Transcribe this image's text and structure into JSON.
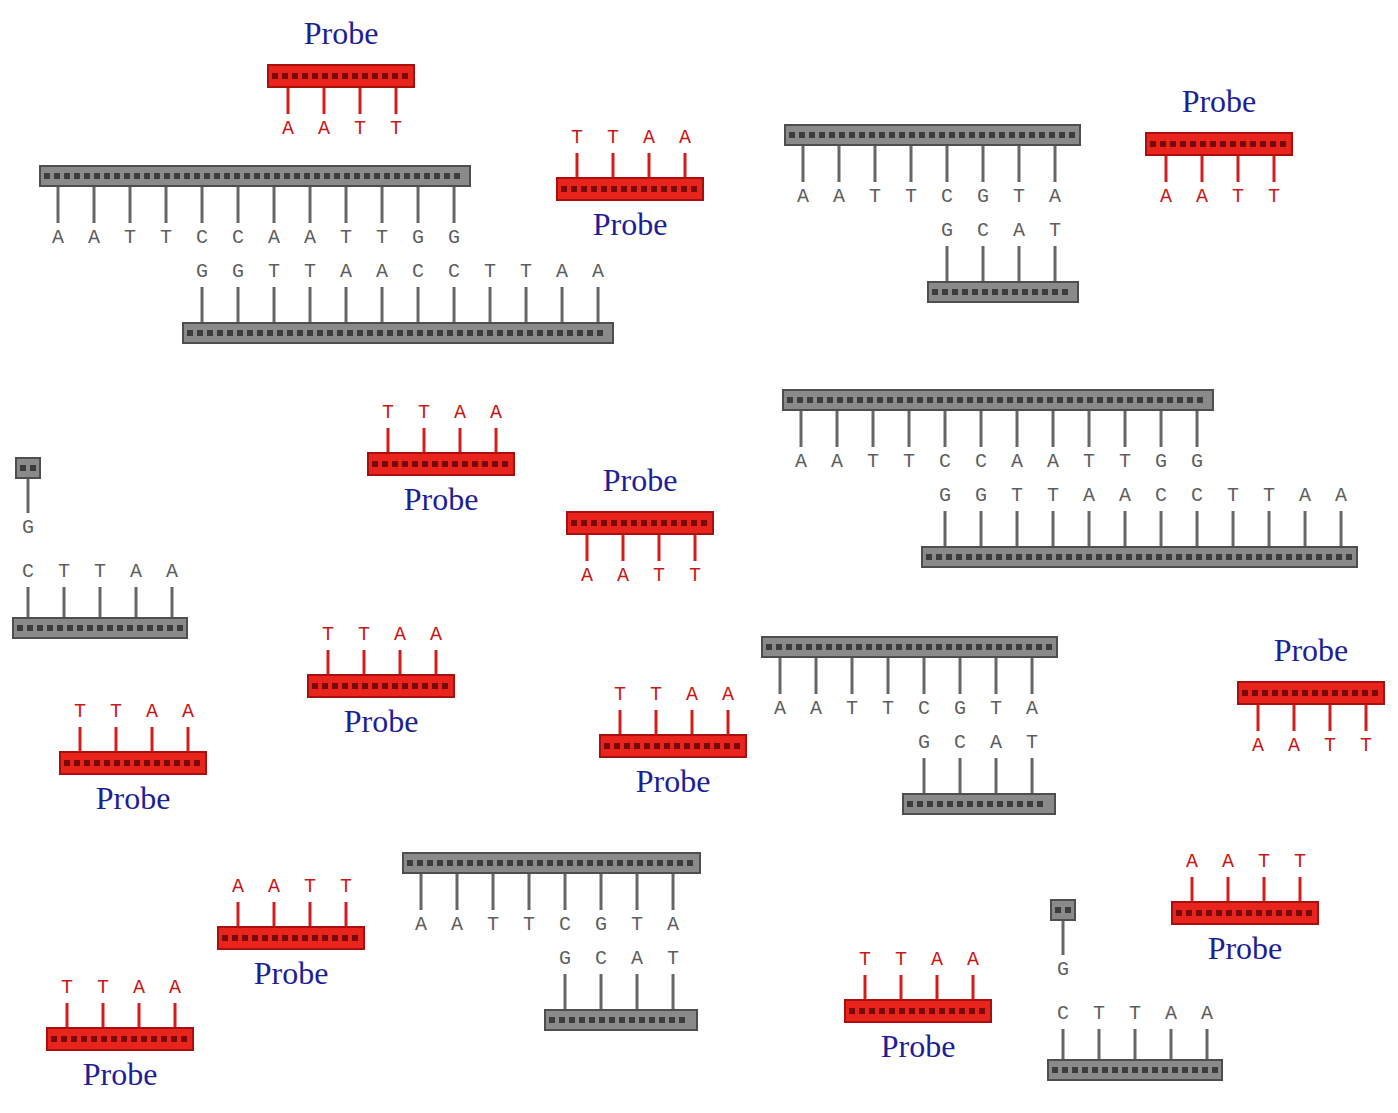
{
  "diagram": {
    "nodes": [
      {
        "text": [
          "Probe",
          "AATT"
        ]
      },
      {
        "text": [
          "TTAA",
          "Probe"
        ]
      },
      {
        "text": [
          "AATTCCAATTGG",
          "GGTTAACCTTAA"
        ]
      },
      {
        "text": [
          "AATTCGTA",
          "GCAT"
        ]
      },
      {
        "text": [
          "Probe",
          "AATT"
        ]
      },
      {
        "text": [
          "TTAA",
          "Probe"
        ]
      },
      {
        "text": [
          "G",
          "CTTAA"
        ]
      },
      {
        "text": [
          "Probe",
          "AATT"
        ]
      },
      {
        "text": [
          "AATTCCAATTGG",
          "GGTTAACCTTAA"
        ]
      },
      {
        "text": [
          "TTAA",
          "Probe"
        ]
      },
      {
        "text": [
          "TTAA",
          "Probe"
        ]
      },
      {
        "text": [
          "AATTCGTA",
          "GCAT"
        ]
      },
      {
        "text": [
          "Probe",
          "AATT"
        ]
      },
      {
        "text": [
          "TTAA",
          "Probe"
        ]
      },
      {
        "text": [
          "AATT",
          "Probe"
        ]
      },
      {
        "text": [
          "AATTCGTA",
          "GCAT"
        ]
      },
      {
        "text": [
          "AATT",
          "Probe"
        ]
      },
      {
        "text": [
          "TTAA",
          "Probe"
        ]
      },
      {
        "text": [
          "TTAA",
          "Probe"
        ]
      },
      {
        "text": [
          "G",
          "CTTAA"
        ]
      }
    ]
  }
}
